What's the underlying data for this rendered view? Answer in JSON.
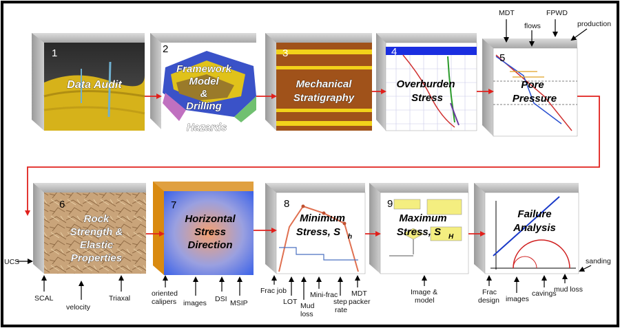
{
  "steps": [
    {
      "number": "1",
      "line1": "Data Audit",
      "line2": "",
      "line3": "",
      "line4": ""
    },
    {
      "number": "2",
      "line1": "Framework",
      "line2": "Model",
      "line3": "&",
      "line4": "Drilling",
      "line5": "Hazards"
    },
    {
      "number": "3",
      "line1": "Mechanical",
      "line2": "Stratigraphy"
    },
    {
      "number": "4",
      "line1": "Overburden",
      "line2": "Stress"
    },
    {
      "number": "5",
      "line1": "Pore",
      "line2": "Pressure"
    },
    {
      "number": "6",
      "line1": "Rock",
      "line2": "Strength &",
      "line3": "Elastic",
      "line4": "Properties"
    },
    {
      "number": "7",
      "line1": "Horizontal",
      "line2": "Stress",
      "line3": "Direction"
    },
    {
      "number": "8",
      "line1": "Minimum",
      "line2": "Stress, S",
      "sub": "h"
    },
    {
      "number": "9",
      "line1": "Maximum",
      "line2": "Stress, S",
      "sub": "H"
    },
    {
      "number": "",
      "line1": "Failure",
      "line2": "Analysis"
    }
  ],
  "inputs": {
    "mdt": "MDT",
    "flows": "flows",
    "fpwd": "FPWD",
    "production": "production",
    "ucs": "UCS",
    "scal": "SCAL",
    "velocity": "velocity",
    "triaxal": "Triaxal",
    "oriented_calipers_1": "oriented",
    "oriented_calipers_2": "calipers",
    "images_7": "images",
    "dsi": "DSI",
    "msip": "MSIP",
    "frac_job": "Frac job",
    "lot": "LOT",
    "mud_loss_1": "Mud",
    "mud_loss_2": "loss",
    "mini_frac": "Mini-frac",
    "step_rate_1": "step",
    "step_rate_2": "rate",
    "mdt_packer_1": "MDT",
    "mdt_packer_2": "packer",
    "image_model_1": "Image &",
    "image_model_2": "model",
    "frac_design_1": "Frac",
    "frac_design_2": "design",
    "images_f": "images",
    "cavings": "cavings",
    "mud_loss_f": "mud loss",
    "sanding": "sanding"
  },
  "colors": {
    "flow_arrow": "#e0201c",
    "orange_box": "#a0521a",
    "yellow_band": "#f2d21a",
    "blue_box": "#4a70e8",
    "side_orange": "#d98a10"
  }
}
